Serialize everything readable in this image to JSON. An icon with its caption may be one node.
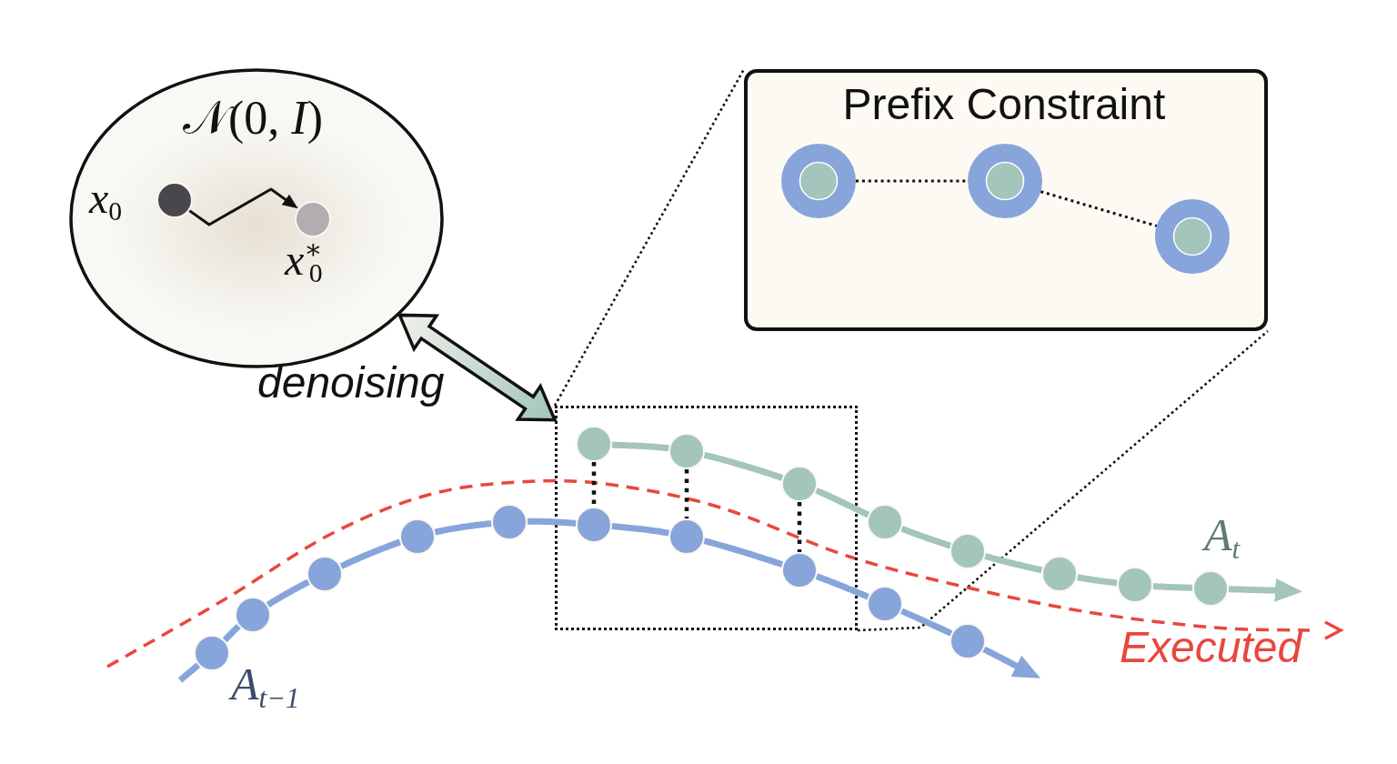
{
  "diagram": {
    "nodes": [
      {
        "text": [
          "𝒩(0, *I*)"
        ]
      },
      {
        "text": [],
        "shape": "circle",
        "in": 0,
        "beside": [
          "*x*$_{0}$"
        ]
      },
      {
        "text": [],
        "shape": "circle",
        "in": 0,
        "beside": [
          "*x*$^{∗}$$_{0}$"
        ]
      },
      {
        "text": [
          "Prefix Constraint"
        ]
      },
      {
        "text": [],
        "shape": "circle",
        "in": 3
      },
      {
        "text": [],
        "shape": "circle",
        "in": 3
      },
      {
        "text": [],
        "shape": "circle",
        "in": 3
      },
      {
        "text": [],
        "shape": "box"
      },
      {
        "text": [],
        "shape": "circle",
        "in": 7
      },
      {
        "text": [],
        "shape": "circle",
        "in": 7
      },
      {
        "text": [],
        "shape": "circle",
        "in": 7
      },
      {
        "text": [],
        "shape": "circle"
      },
      {
        "text": [],
        "shape": "circle"
      },
      {
        "text": [],
        "shape": "circle"
      },
      {
        "text": [],
        "shape": "circle"
      },
      {
        "text": [],
        "shape": "circle"
      },
      {
        "text": [],
        "shape": "circle"
      },
      {
        "text": [],
        "shape": "circle"
      },
      {
        "text": [],
        "shape": "circle"
      },
      {
        "text": [],
        "shape": "circle"
      },
      {
        "text": [],
        "shape": "circle"
      },
      {
        "text": [],
        "shape": "circle",
        "in": 7
      },
      {
        "text": [],
        "shape": "circle",
        "in": 7
      },
      {
        "text": [],
        "shape": "circle",
        "in": 7
      },
      {
        "text": [],
        "shape": "circle"
      },
      {
        "text": [],
        "shape": "circle"
      }
    ],
    "edges": [
      {
        "from": 1,
        "to": 2,
        "arrow": "to",
        "color": "#111111"
      },
      {
        "from": 0,
        "to": 7,
        "arrow": "both",
        "label": "denoising",
        "style": "thick",
        "color": "#111111"
      },
      {
        "from": 4,
        "to": 5,
        "arrow": "none",
        "style": "dashed",
        "color": "#111111"
      },
      {
        "from": 5,
        "to": 6,
        "arrow": "none",
        "style": "dashed",
        "color": "#111111"
      },
      {
        "from": 7,
        "to": 3,
        "arrow": "none",
        "style": "dashed",
        "color": "#111111"
      },
      {
        "from": 7,
        "to": 3,
        "arrow": "none",
        "style": "dashed",
        "color": "#111111"
      },
      {
        "from": 8,
        "to": 9,
        "arrow": "none",
        "color": "#a3c5bb"
      },
      {
        "from": 9,
        "to": 10,
        "arrow": "none",
        "color": "#a3c5bb"
      },
      {
        "from": 10,
        "to": 11,
        "arrow": "none",
        "color": "#a3c5bb"
      },
      {
        "from": 11,
        "to": 12,
        "arrow": "none",
        "color": "#a3c5bb"
      },
      {
        "from": 12,
        "to": 13,
        "arrow": "none",
        "color": "#a3c5bb"
      },
      {
        "from": 13,
        "to": 14,
        "arrow": "none",
        "color": "#a3c5bb"
      },
      {
        "from": 14,
        "to": 15,
        "arrow": "none",
        "color": "#a3c5bb"
      },
      {
        "from": 15,
        "to": null,
        "arrow": "to",
        "color": "#a3c5bb"
      },
      {
        "from": null,
        "to": 16,
        "arrow": "none",
        "color": "#87a5db"
      },
      {
        "from": 16,
        "to": 17,
        "arrow": "none",
        "color": "#87a5db"
      },
      {
        "from": 17,
        "to": 18,
        "arrow": "none",
        "color": "#87a5db"
      },
      {
        "from": 18,
        "to": 19,
        "arrow": "none",
        "color": "#87a5db"
      },
      {
        "from": 19,
        "to": 20,
        "arrow": "none",
        "color": "#87a5db"
      },
      {
        "from": 20,
        "to": 21,
        "arrow": "none",
        "color": "#87a5db"
      },
      {
        "from": 21,
        "to": 22,
        "arrow": "none",
        "color": "#87a5db"
      },
      {
        "from": 22,
        "to": 23,
        "arrow": "none",
        "color": "#87a5db"
      },
      {
        "from": 23,
        "to": 24,
        "arrow": "none",
        "color": "#87a5db"
      },
      {
        "from": 24,
        "to": 25,
        "arrow": "none",
        "color": "#87a5db"
      },
      {
        "from": 25,
        "to": null,
        "arrow": "to",
        "color": "#87a5db"
      },
      {
        "from": 8,
        "to": 21,
        "arrow": "none",
        "style": "dashed",
        "color": "#111111"
      },
      {
        "from": 9,
        "to": 22,
        "arrow": "none",
        "style": "dashed",
        "color": "#111111"
      },
      {
        "from": 10,
        "to": 23,
        "arrow": "none",
        "style": "dashed",
        "color": "#111111"
      }
    ],
    "labels": [
      "A$_{t}$",
      "Executed",
      "A$_{t−1}$"
    ]
  }
}
